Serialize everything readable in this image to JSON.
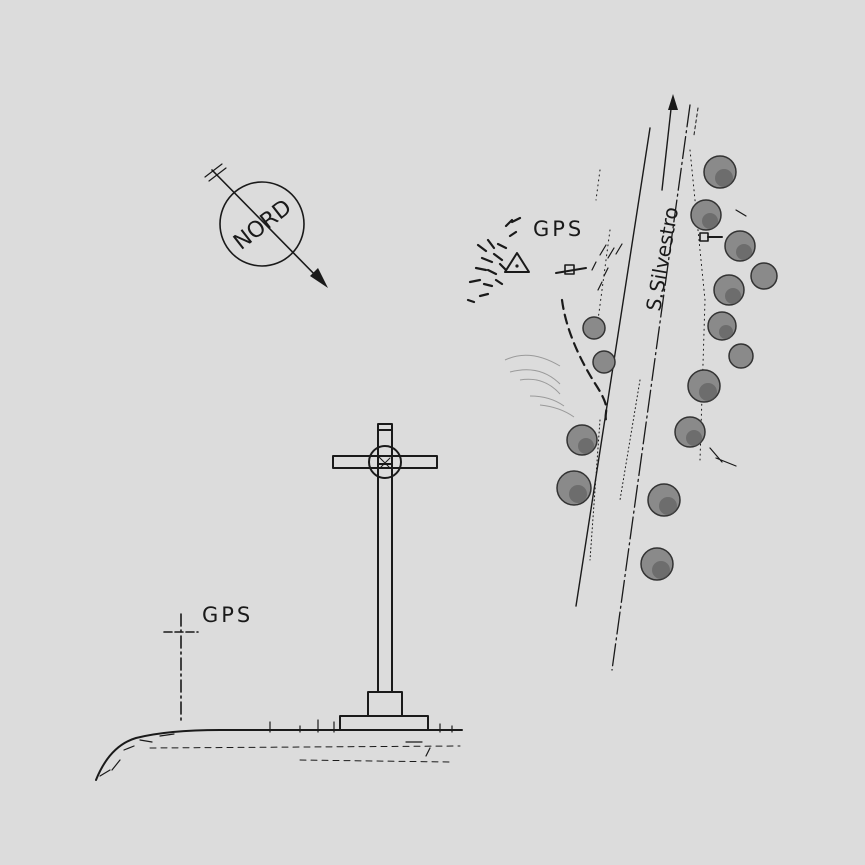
{
  "compass": {
    "label": "NORD"
  },
  "road": {
    "label": "S.Silvestro"
  },
  "gps_labels": {
    "top": "GPS",
    "bottom": "GPS"
  },
  "colors": {
    "background": "#dcdcdc",
    "ink": "#1a1a1a",
    "tree_fill": "#8a8a8a"
  },
  "icons": [
    "north-arrow-icon",
    "warning-triangle-icon",
    "cross-monument-icon",
    "gps-marker-icon",
    "tree-icon"
  ]
}
